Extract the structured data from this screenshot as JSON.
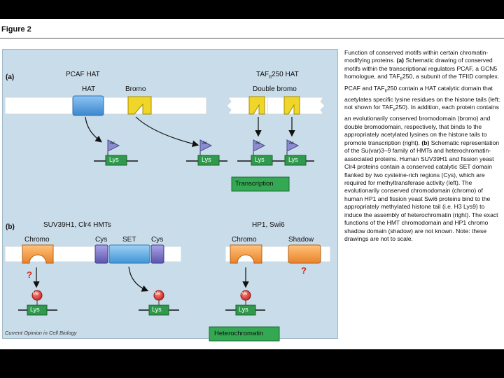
{
  "figure": {
    "heading": "Figure 2",
    "credit": "Current Opinion in Cell Biology",
    "panel_a": {
      "tag": "(a)",
      "pcaf_title": "PCAF HAT",
      "hat_label": "HAT",
      "bromo_label": "Bromo",
      "taf_title": "TAF",
      "taf_sub": "II",
      "taf_suffix": "250 HAT",
      "double_bromo_label": "Double bromo",
      "ac_label": "Ac",
      "lys_label": "Lys",
      "outcome_label": "Transcription",
      "colors": {
        "hat": "#5b9fdd",
        "bromo": "#ecd21b",
        "ac_flag": "#8b8ccf",
        "lys_box": "#2f9a4c",
        "outcome_box": "#34a853"
      }
    },
    "panel_b": {
      "tag": "(b)",
      "suv_title": "SUV39H1, Clr4 HMTs",
      "chromo_label": "Chromo",
      "cys_label": "Cys",
      "set_label": "SET",
      "hp1_title": "HP1, Swi6",
      "shadow_label": "Shadow",
      "me_label": "Me",
      "lys_label": "Lys",
      "question_mark": "?",
      "outcome_label": "Heterochromatin",
      "colors": {
        "chromo": "#f39a3c",
        "cys": "#7a74c8",
        "set": "#5aa9df",
        "shadow": "#f1a95a",
        "me_circle": "#d8302f",
        "question": "#cc2a1e"
      }
    }
  },
  "caption": {
    "intro": "Function of conserved motifs within certain chromatin-modifying proteins.",
    "a_tag": "(a)",
    "a_text": "Schematic drawing of conserved motifs within the transcriptional regulators PCAF, a GCN5 homologue, and TAF",
    "a_sub1": "II",
    "a_text2": "250, a subunit of the TFIID complex. PCAF and TAF",
    "a_sub2": "II",
    "a_text3": "250 contain a HAT catalytic domain that acetylates specific lysine residues on the histone tails (left; not shown for TAF",
    "a_sub3": "II",
    "a_text4": "250). In addition, each protein contains an evolutionarily conserved bromodomain (bromo) and double bromodomain, respectively, that binds to the appropriately acetylated lysines on the histone tails to promote transcription (right).",
    "b_tag": "(b)",
    "b_text": "Schematic representation of the Su(var)3–9 family of HMTs and heterochromatin-associated proteins. Human SUV39H1 and fission yeast Clr4 proteins contain a conserved catalytic SET domain flanked by two cysteine-rich regions (Cys), which are required for methyltransferase activity (left). The evolutionarily conserved chromodomain (chromo) of human HP1 and fission yeast Swi6 proteins bind to the appropriately methylated histone tail (i.e. H3 Lys9) to induce the assembly of heterochromatin (right). The exact functions of the HMT chromodomain and HP1 chromo shadow domain (shadow) are not known. Note: these drawings are not to scale."
  }
}
